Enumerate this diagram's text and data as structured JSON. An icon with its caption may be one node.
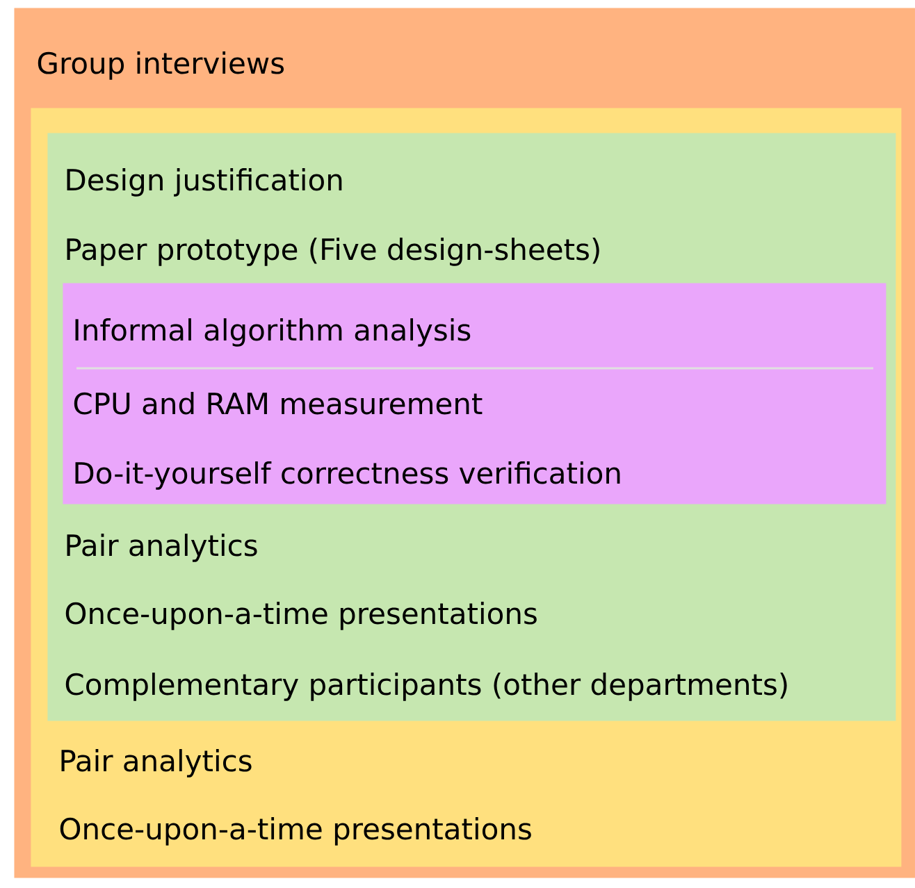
{
  "diagram": {
    "nodes": [
      {
        "text": [
          "Group interviews"
        ]
      },
      {
        "text": [
          "Pair analytics",
          "Once-upon-a-time presentations"
        ],
        "in": 0
      },
      {
        "text": [
          "Design justification",
          "Paper prototype (Five design-sheets)",
          "Pair analytics",
          "Once-upon-a-time presentations",
          "Complementary participants (other departments)"
        ],
        "in": 1
      },
      {
        "text": [
          "Informal algorithm analysis",
          "CPU and RAM measurement",
          "Do-it-yourself correctness verification"
        ],
        "in": 2
      }
    ]
  }
}
